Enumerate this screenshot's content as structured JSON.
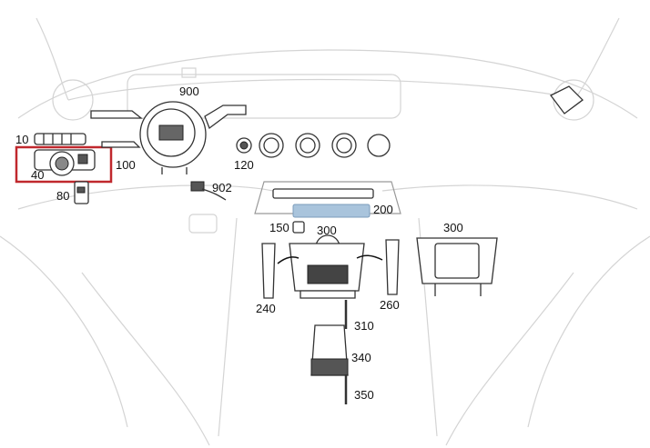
{
  "diagram": {
    "labels": {
      "p10": "10",
      "p40": "40",
      "p80": "80",
      "p900": "900",
      "p100": "100",
      "p120": "120",
      "p902": "902",
      "p150": "150",
      "p300a": "300",
      "p200": "200",
      "p300b": "300",
      "p240": "240",
      "p260": "260",
      "p310": "310",
      "p340": "340",
      "p350": "350"
    },
    "highlight": {
      "part": "40",
      "color": "#c0282d"
    },
    "colors": {
      "outline": "#d4d4d4",
      "part_stroke": "#333333",
      "panel_200": "#a9c4dc"
    }
  }
}
